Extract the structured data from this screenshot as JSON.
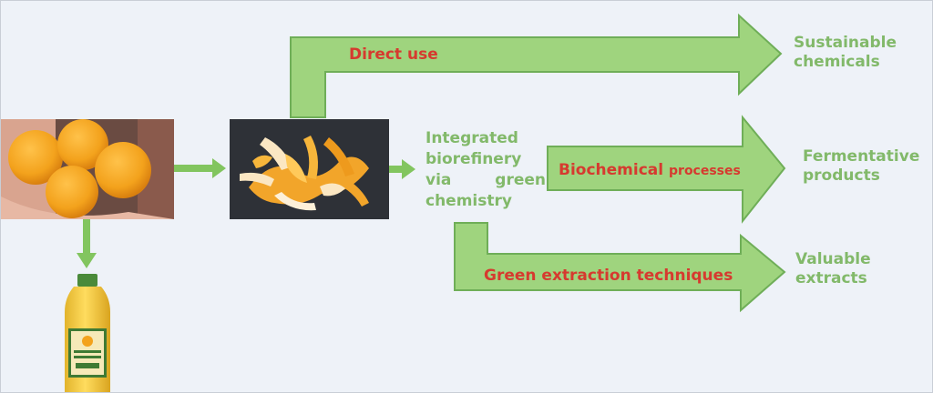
{
  "labels": {
    "direct_use": "Direct use",
    "biochemical_main": "Biochemical",
    "biochemical_sub": "processes",
    "green_extraction": "Green extraction techniques",
    "sustainable_line1": "Sustainable",
    "sustainable_line2": "chemicals",
    "fermentative_line1": "Fermentative",
    "fermentative_line2": "products",
    "valuable_line1": "Valuable",
    "valuable_line2": "extracts",
    "integrated_line1": "Integrated",
    "integrated_line2": "biorefinery",
    "integrated_line3_a": "via",
    "integrated_line3_b": "green",
    "integrated_line4": "chemistry"
  },
  "colors": {
    "arrow_fill": "#9fd47e",
    "arrow_stroke": "#6fae58",
    "label_green": "#82b96a",
    "label_red": "#d63a2f",
    "background": "#eef2f8"
  },
  "images": {
    "oranges": "photo-oranges-in-hand",
    "peels": "photo-orange-peel-waste",
    "juice": "photo-orange-juice-bottle"
  }
}
